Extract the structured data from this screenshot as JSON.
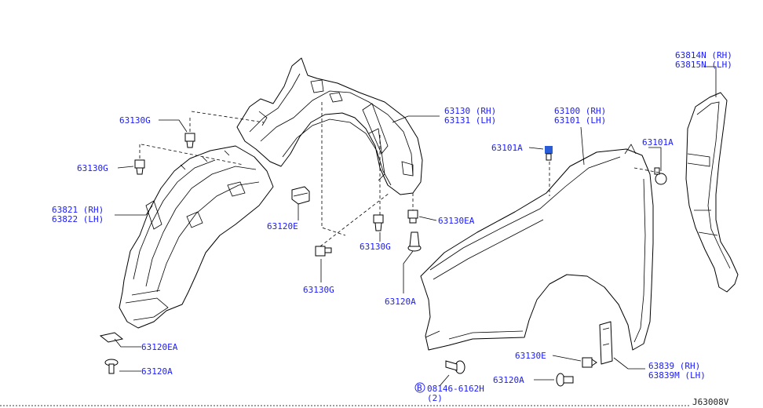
{
  "diagram": {
    "code": "J63008V",
    "colors": {
      "label": "#1a1aff",
      "line": "#000000",
      "code": "#222222"
    },
    "labels": {
      "l63130G_a": "63130G",
      "l63130G_b": "63130G",
      "l63821": "63821 (RH)",
      "l63822": "63822 (LH)",
      "l63120EA_a": "63120EA",
      "l63120A_a": "63120A",
      "l63130": "63130 (RH)",
      "l63131": "63131 (LH)",
      "l63120E_a": "63120E",
      "l63130G_c": "63130G",
      "l63130G_d": "63130G",
      "l63130EA": "63130EA",
      "l63120A_b": "63120A",
      "l63100": "63100 (RH)",
      "l63101": "63101 (LH)",
      "l63101A_a": "63101A",
      "l63101A_b": "63101A",
      "l63814N": "63814N (RH)",
      "l63815N": "63815N (LH)",
      "l63130E": "63130E",
      "l63120A_c": "63120A",
      "l63839": "63839  (RH)",
      "l63839M": "63839M (LH)",
      "l08146": "08146-6162H",
      "l08146qty": "(2)",
      "bolt_symbol": "B"
    }
  }
}
